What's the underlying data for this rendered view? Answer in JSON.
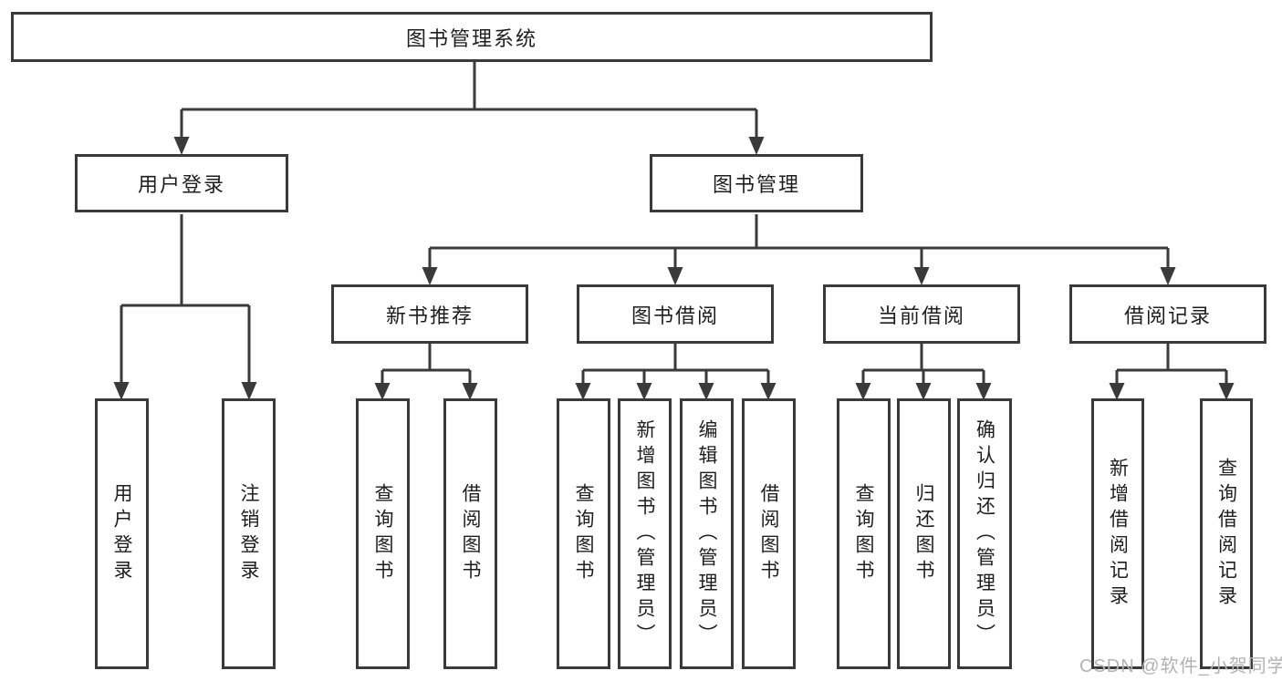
{
  "tree": {
    "label": "图书管理系统",
    "children": [
      {
        "label": "用户登录",
        "children": [
          {
            "label": "用户登录"
          },
          {
            "label": "注销登录"
          }
        ]
      },
      {
        "label": "图书管理",
        "children": [
          {
            "label": "新书推荐",
            "children": [
              {
                "label": "查询图书"
              },
              {
                "label": "借阅图书"
              }
            ]
          },
          {
            "label": "图书借阅",
            "children": [
              {
                "label": "查询图书"
              },
              {
                "label": "新增图书（管理员）"
              },
              {
                "label": "编辑图书（管理员）"
              },
              {
                "label": "借阅图书"
              }
            ]
          },
          {
            "label": "当前借阅",
            "children": [
              {
                "label": "查询图书"
              },
              {
                "label": "归还图书"
              },
              {
                "label": "确认归还（管理员）"
              }
            ]
          },
          {
            "label": "借阅记录",
            "children": [
              {
                "label": "新增借阅记录"
              },
              {
                "label": "查询借阅记录"
              }
            ]
          }
        ]
      }
    ]
  },
  "watermark": "CSDN @软件_小贺同学",
  "colors": {
    "line": "#3a3a3a",
    "text": "#1e1e1e",
    "watermark": "#b3b3b3",
    "background": "#ffffff"
  }
}
